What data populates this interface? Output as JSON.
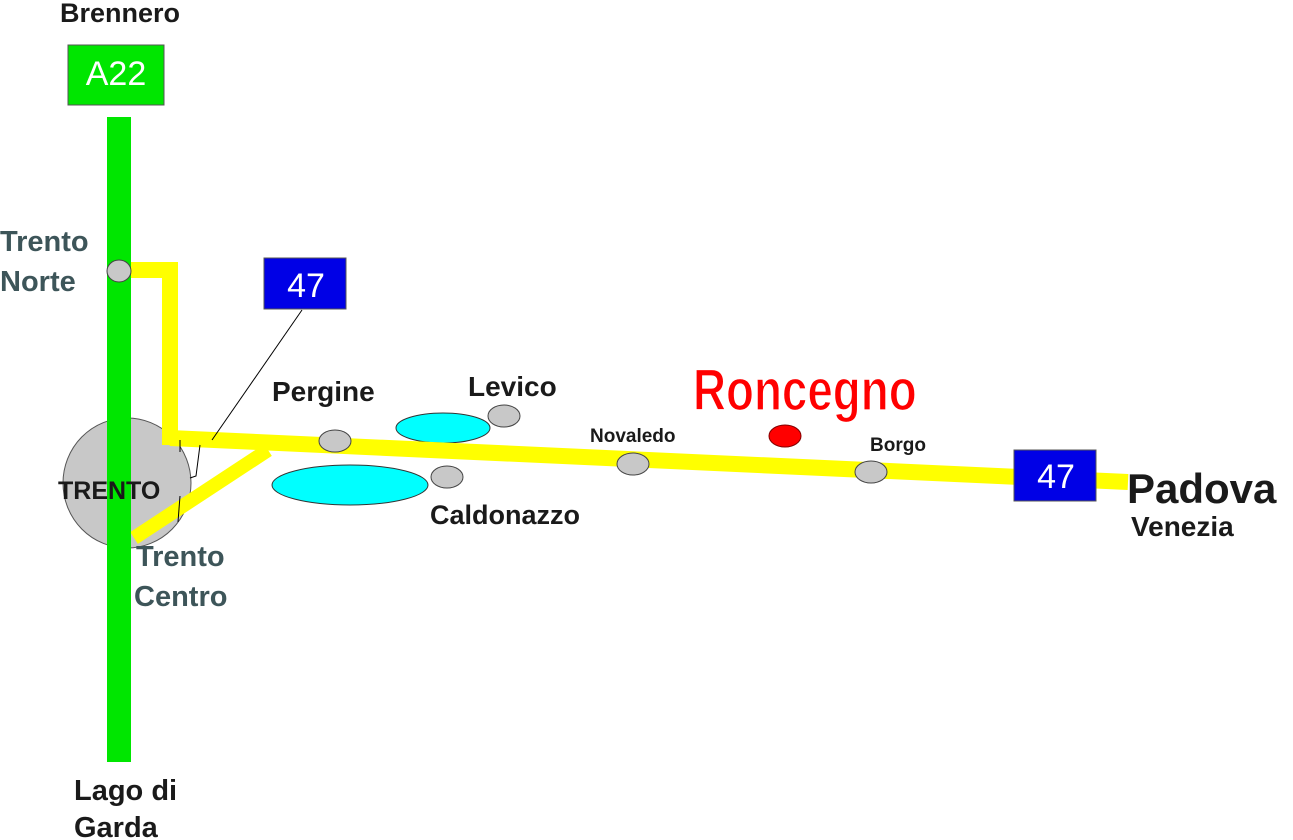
{
  "colors": {
    "motorway": "#00e600",
    "state_road": "#ffff00",
    "shield_a22": "#00e600",
    "shield_ss47": "#0000e6",
    "town": "#c8c8c8",
    "lake": "#00ffff",
    "highlight": "#ff0000",
    "label_grey": "#3d5559",
    "label_dark": "#1a1a1a"
  },
  "shields": {
    "a22": "A22",
    "ss47_north": "47",
    "ss47_east": "47"
  },
  "labels": {
    "brennero": "Brennero",
    "trento_norte_1": "Trento",
    "trento_norte_2": "Norte",
    "trento_city": "TRENTO",
    "trento_centro_1": "Trento",
    "trento_centro_2": "Centro",
    "lago_1": "Lago di",
    "lago_2": "Garda",
    "pergine": "Pergine",
    "levico": "Levico",
    "caldonazzo": "Caldonazzo",
    "novaledo": "Novaledo",
    "roncegno": "Roncegno",
    "borgo": "Borgo",
    "padova": "Padova",
    "venezia": "Venezia"
  }
}
